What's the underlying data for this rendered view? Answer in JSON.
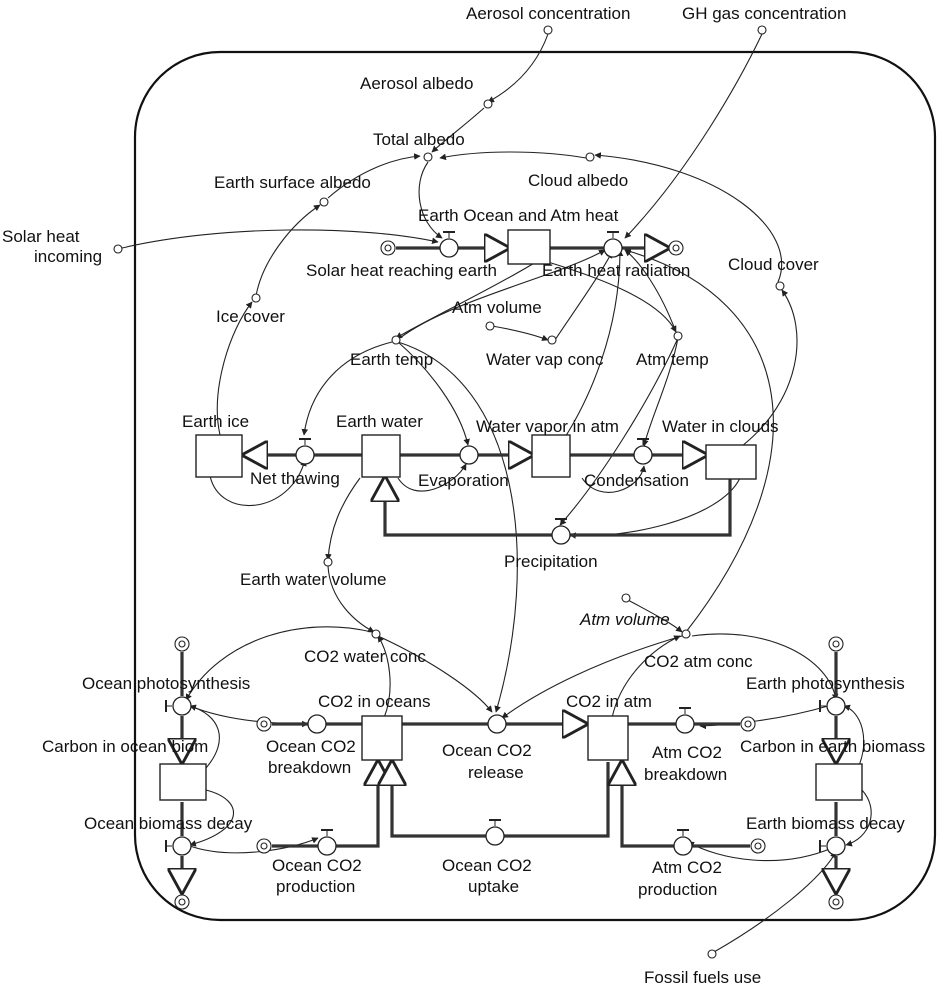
{
  "title": "",
  "variables": {
    "aerosol_concentration": "Aerosol concentration",
    "gh_gas_concentration": "GH gas concentration",
    "aerosol_albedo": "Aerosol  albedo",
    "total_albedo": "Total albedo",
    "earth_surface_albedo": "Earth surface albedo",
    "cloud_albedo": "Cloud albedo",
    "earth_ocean_atm_heat": "Earth Ocean and Atm heat",
    "solar_heat_incoming_line1": "Solar heat",
    "solar_heat_incoming_line2": "incoming",
    "solar_heat_reaching_earth": "Solar heat reaching earth",
    "earth_heat_radiation": "Earth heat radiation",
    "cloud_cover": "Cloud cover",
    "ice_cover": "Ice cover",
    "atm_volume_top": "Atm volume",
    "earth_temp": "Earth temp",
    "water_vap_conc": "Water vap conc",
    "atm_temp": "Atm temp",
    "earth_ice": "Earth ice",
    "earth_water": "Earth water",
    "water_vapor_in_atm": "Water vapor in atm",
    "water_in_clouds": "Water in clouds",
    "net_thawing": "Net thawing",
    "evaporation": "Evaporation",
    "condensation": "Condensation",
    "precipitation": "Precipitation",
    "earth_water_volume": "Earth water volume",
    "atm_volume_bottom": "Atm volume",
    "co2_water_conc": "CO2 water conc",
    "co2_atm_conc": "CO2 atm conc",
    "ocean_photosynthesis": "Ocean  photosynthesis",
    "co2_in_oceans": "CO2 in oceans",
    "co2_in_atm": "CO2 in atm",
    "earth_photosynthesis": "Earth photosynthesis",
    "carbon_in_ocean_biomass": "Carbon in ocean biom",
    "ocean_co2_breakdown_line1": "Ocean CO2",
    "ocean_co2_breakdown_line2": "breakdown",
    "ocean_co2_release_line1": "Ocean CO2",
    "ocean_co2_release_line2": "release",
    "atm_co2_breakdown_line1": "Atm CO2",
    "atm_co2_breakdown_line2": "breakdown",
    "carbon_in_earth_biomass": "Carbon in earth biomass",
    "ocean_biomass_decay": "Ocean biomass decay",
    "earth_biomass_decay": "Earth biomass decay",
    "ocean_co2_production_line1": "Ocean CO2",
    "ocean_co2_production_line2": "production",
    "ocean_co2_uptake_line1": "Ocean CO2",
    "ocean_co2_uptake_line2": "uptake",
    "atm_co2_production_line1": "Atm CO2",
    "atm_co2_production_line2": "production",
    "fossil_fuels_use": "Fossil fuels use"
  }
}
